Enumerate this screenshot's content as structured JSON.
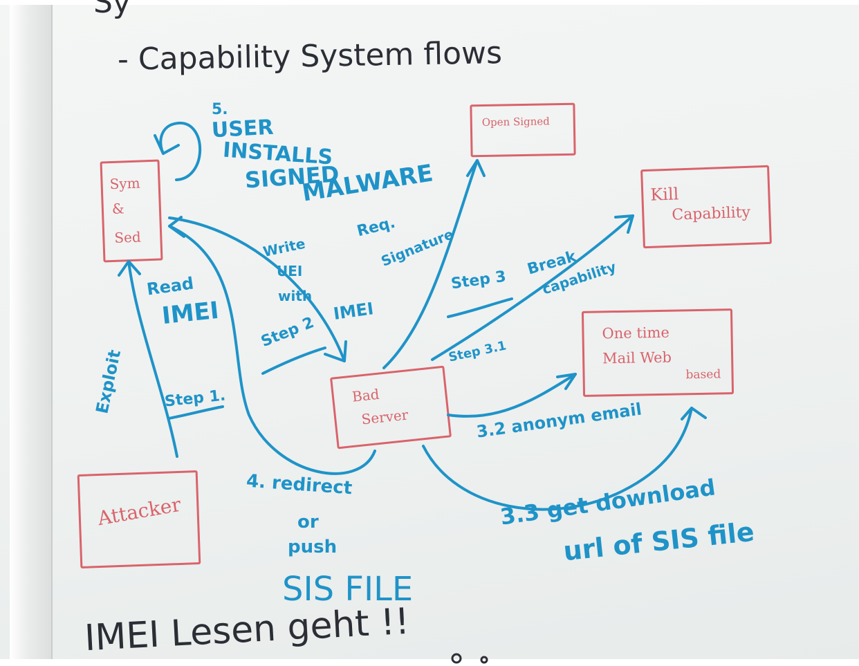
{
  "whiteboard": {
    "title_fragment": "Sy",
    "heading": "- Capability System flows",
    "bottom_note": "IMEI Lesen geht !!",
    "ink_colors": {
      "black": "#2b2e35",
      "blue": "#1f93c8",
      "red": "#d9636b"
    },
    "boxes": {
      "sym_sed": [
        "Sym",
        "&",
        "Sed"
      ],
      "open_signed": "Open Signed",
      "kill_capability": [
        "Kill",
        "Capability"
      ],
      "bad_server": [
        "Bad",
        "Server"
      ],
      "attacker": "Attacker",
      "one_time_mail": [
        "One time",
        "Mail Web",
        "based"
      ]
    },
    "labels": {
      "user_installs": [
        "5.",
        "USER",
        "INSTALLS",
        "SIGNED",
        "MALWARE"
      ],
      "req_signature": [
        "Req.",
        "Signature"
      ],
      "write_uei": [
        "Write",
        "UEI",
        "with",
        "IMEI"
      ],
      "step2": "Step 2",
      "step3": "Step 3",
      "break_capability": [
        "Break",
        "capability"
      ],
      "step3_1": "Step 3.1",
      "read_imei": [
        "Read",
        "IMEI"
      ],
      "exploit": "Exploit",
      "step1": "Step 1.",
      "anon_email": "3.2 anonym email",
      "redirect": [
        "4. redirect",
        "or",
        "push"
      ],
      "sis_file": "SIS FILE",
      "get_download": [
        "3.3 get download",
        "url of SIS file"
      ]
    }
  }
}
